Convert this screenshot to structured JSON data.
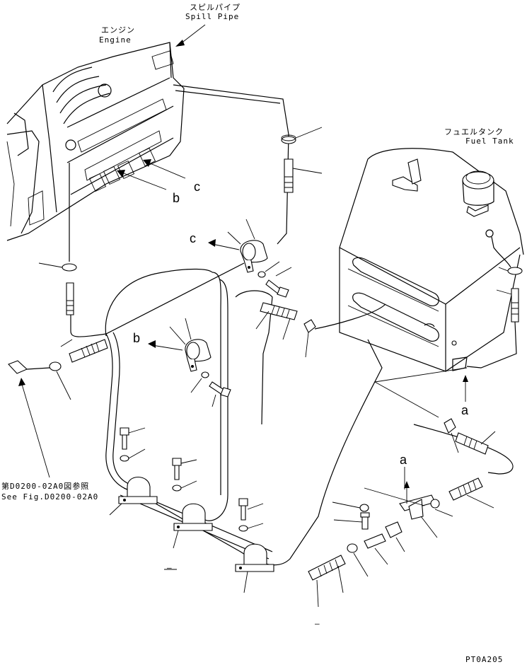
{
  "labels": {
    "spill_pipe_jp": "スピルパイプ",
    "spill_pipe_en": "Spill Pipe",
    "engine_jp": "エンジン",
    "engine_en": "Engine",
    "fuel_tank_jp": "フュエルタンク",
    "fuel_tank_en": "Fuel Tank",
    "see_fig_jp": "第D0200-02A0図参照",
    "see_fig_en": "See Fig.D0200-02A0",
    "drawing_code": "PT0A205"
  },
  "callouts": {
    "a_upper": "a",
    "a_lower": "a",
    "b_upper": "b",
    "b_lower": "b",
    "c_upper": "c",
    "c_lower": "c"
  },
  "marks": {
    "dash_1": "–",
    "dash_2": "–"
  }
}
